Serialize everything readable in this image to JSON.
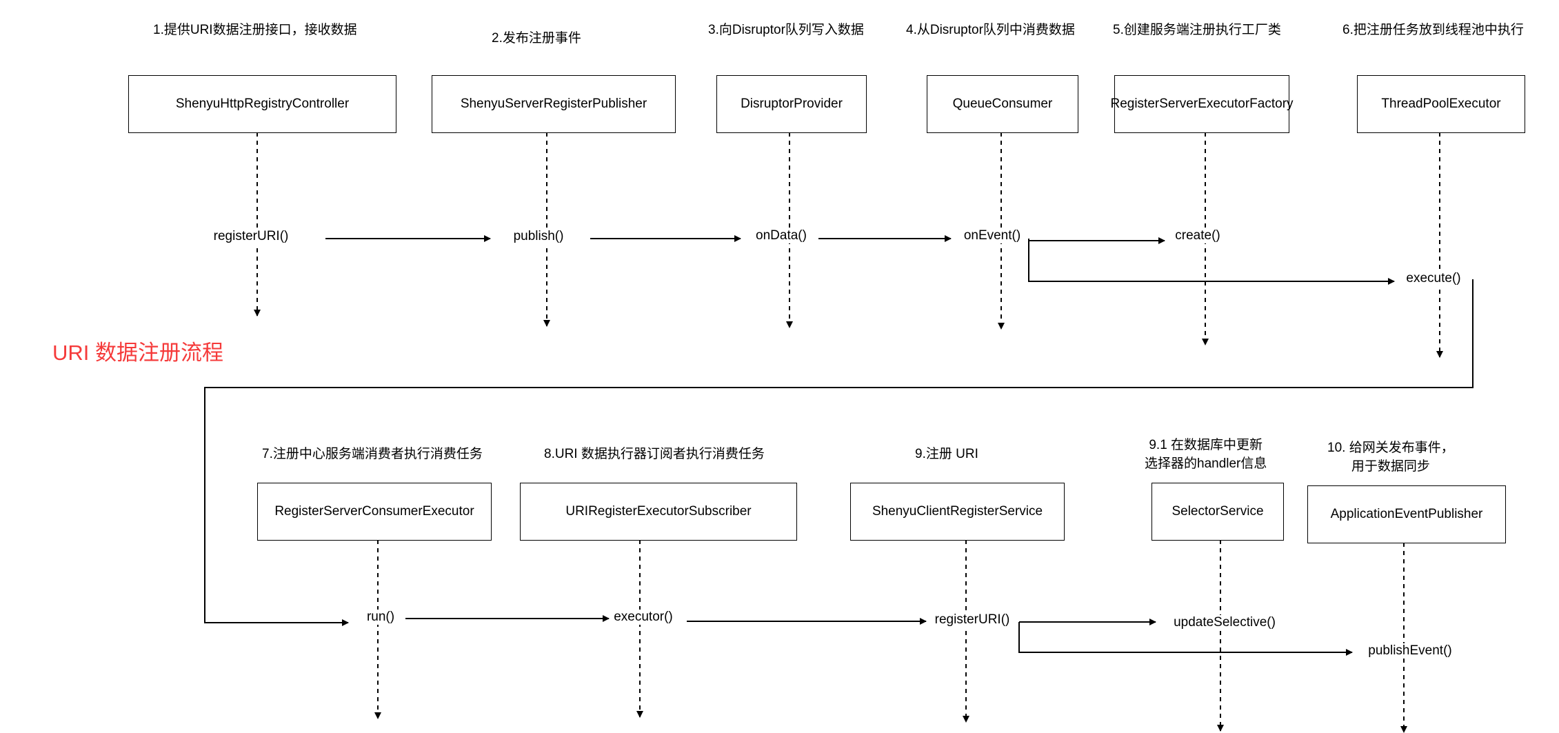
{
  "diagram": {
    "title": "URI 数据注册流程",
    "title_color": "#f53a3a",
    "top_row": [
      {
        "step": "1.提供URI数据注册接口，接收数据",
        "component": "ShenyuHttpRegistryController",
        "calls": [
          "registerURI()"
        ]
      },
      {
        "step": "2.发布注册事件",
        "component": "ShenyuServerRegisterPublisher",
        "calls": [
          "publish()"
        ]
      },
      {
        "step": "3.向Disruptor队列写入数据",
        "component": "DisruptorProvider",
        "calls": [
          "onData()"
        ]
      },
      {
        "step": "4.从Disruptor队列中消费数据",
        "component": "QueueConsumer",
        "calls": [
          "onEvent()"
        ]
      },
      {
        "step": "5.创建服务端注册执行工厂类",
        "component": "RegisterServerExecutorFactory",
        "calls": [
          "create()"
        ]
      },
      {
        "step": "6.把注册任务放到线程池中执行",
        "component": "ThreadPoolExecutor",
        "calls": [
          "execute()"
        ]
      }
    ],
    "bottom_row": [
      {
        "step": "7.注册中心服务端消费者执行消费任务",
        "component": "RegisterServerConsumerExecutor",
        "calls": [
          "run()"
        ]
      },
      {
        "step": "8.URI 数据执行器订阅者执行消费任务",
        "component": "URIRegisterExecutorSubscriber",
        "calls": [
          "executor()"
        ]
      },
      {
        "step": "9.注册 URI",
        "component": "ShenyuClientRegisterService",
        "calls": [
          "registerURI()"
        ]
      },
      {
        "step": "9.1 在数据库中更新\n选择器的handler信息",
        "component": "SelectorService",
        "calls": [
          "updateSelective()"
        ]
      },
      {
        "step": "10. 给网关发布事件，\n用于数据同步",
        "component": "ApplicationEventPublisher",
        "calls": [
          "publishEvent()"
        ]
      }
    ]
  }
}
